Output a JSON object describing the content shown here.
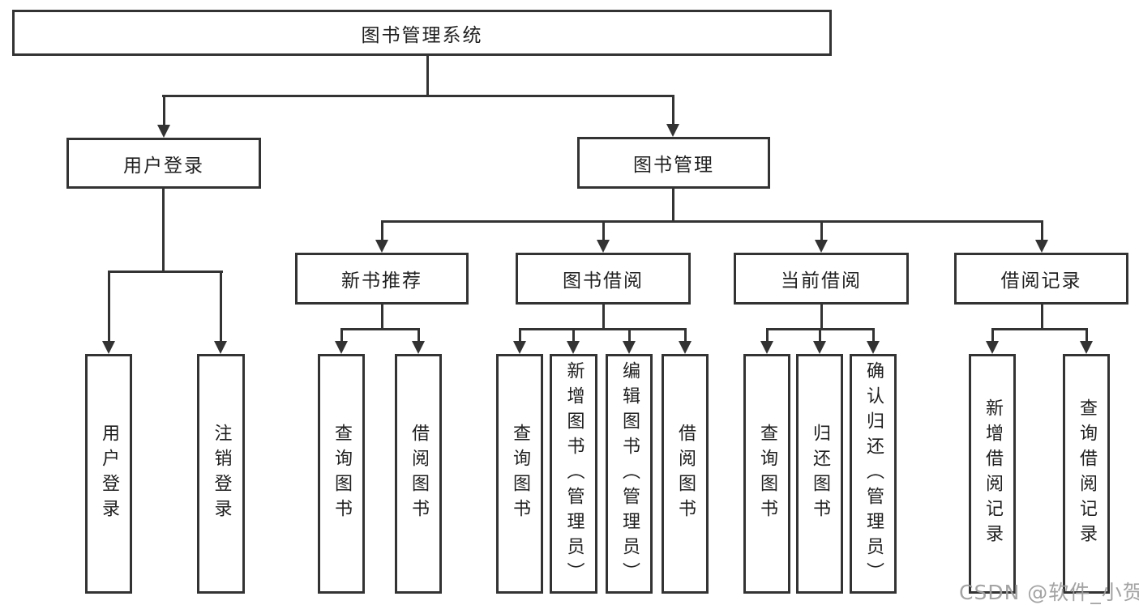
{
  "diagram": {
    "root": "图书管理系统",
    "level2": {
      "user_login": "用户登录",
      "book_mgmt": "图书管理"
    },
    "level3": {
      "new_rec": "新书推荐",
      "book_borrow": "图书借阅",
      "current_borrow": "当前借阅",
      "borrow_record": "借阅记录"
    },
    "leaves": {
      "user_login": "用户登录",
      "logout": "注销登录",
      "rec_query_books": "查询图书",
      "rec_borrow_books": "借阅图书",
      "bb_query_books": "查询图书",
      "bb_add_books_admin": "新增图书（管理员）",
      "bb_edit_books_admin": "编辑图书（管理员）",
      "bb_borrow_books": "借阅图书",
      "cur_query_books": "查询图书",
      "cur_return_books": "归还图书",
      "cur_confirm_return_admin": "确认归还（管理员）",
      "rcd_add_record": "新增借阅记录",
      "rcd_query_record": "查询借阅记录"
    },
    "watermark": "CSDN @软件_小贺同学",
    "colors": {
      "line": "#333333",
      "text": "#1f1f1f",
      "watermark": "#9e9e9e",
      "background": "#ffffff"
    }
  }
}
